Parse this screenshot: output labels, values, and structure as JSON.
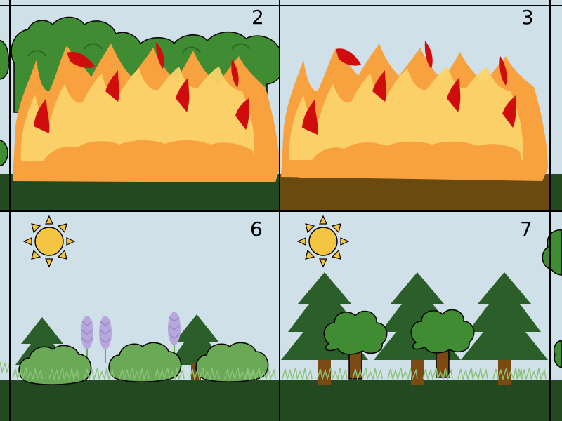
{
  "panels": [
    {
      "id": "panel-1-partial",
      "number": "",
      "stage": "forest-burning-edge"
    },
    {
      "id": "panel-2",
      "number": "2",
      "stage": "forest-on-fire"
    },
    {
      "id": "panel-3",
      "number": "3",
      "stage": "fire-bare-ground"
    },
    {
      "id": "panel-4-partial",
      "number": "",
      "stage": "edge"
    },
    {
      "id": "panel-5-partial",
      "number": "",
      "stage": "edge"
    },
    {
      "id": "panel-6",
      "number": "6",
      "stage": "regrowth-shrubs-and-flowers"
    },
    {
      "id": "panel-7",
      "number": "7",
      "stage": "young-forest-with-pines"
    },
    {
      "id": "panel-8-partial",
      "number": "",
      "stage": "edge"
    }
  ],
  "colors": {
    "sky": "#cfe0e8",
    "ground_green": "#22491f",
    "ground_brown": "#6b4a10",
    "flame_outer": "#f7a23f",
    "flame_light": "#fbd36a",
    "flame_red": "#d00d0d",
    "tree_green": "#3f8c32",
    "tree_dark": "#2a6a22",
    "pine": "#2c5e2a",
    "trunk": "#7a4a12",
    "shrub": "#6aaa56",
    "lupine": "#b8a7dc",
    "sun": "#f4c542",
    "grass": "#8bc27a",
    "border": "#000000"
  }
}
